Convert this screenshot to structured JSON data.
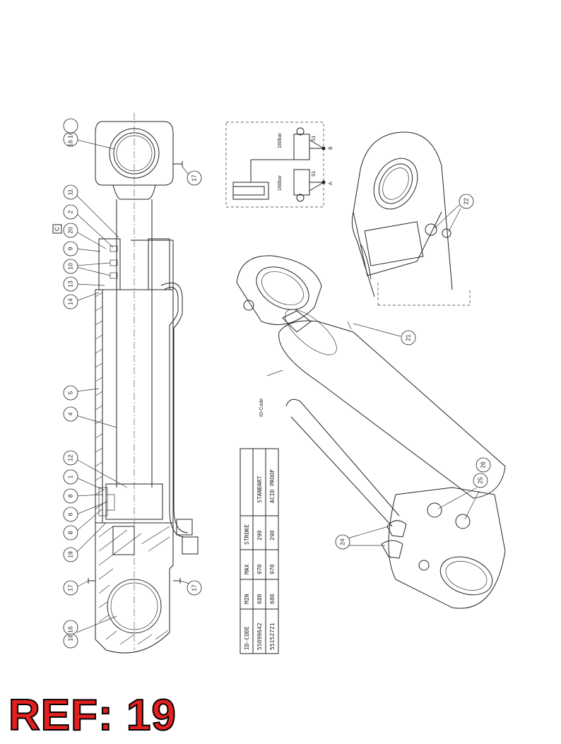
{
  "reference": {
    "label": "REF: 19"
  },
  "balloons": [
    "1",
    "2",
    "4",
    "5",
    "6",
    "8",
    "8",
    "9",
    "10",
    "11",
    "12",
    "13",
    "14",
    "16",
    "18",
    "16",
    "18",
    "17",
    "17",
    "17",
    "19",
    "20",
    "21",
    "22",
    "24",
    "25",
    "26"
  ],
  "balloon_labels": {
    "b1": "1",
    "b2": "2",
    "b4": "4",
    "b5": "5",
    "b6": "6",
    "b8a": "8",
    "b8b": "8",
    "b9": "9",
    "b10": "10",
    "b11": "11",
    "b12": "12",
    "b13": "13",
    "b14": "14",
    "b1618top": "16 18",
    "b1618bot": "18 16",
    "b17a": "17",
    "b17b": "17",
    "b17c": "17",
    "b19": "19",
    "b20": "20",
    "b21": "21",
    "b22": "22",
    "b24": "24",
    "b25": "25",
    "b26": "26"
  },
  "section_mark": "C",
  "iso_label": "ID-Code",
  "hydraulic": {
    "pressure_a": "160bar",
    "pressure_b": "160bar",
    "valve_a": "S1",
    "valve_b": "S1",
    "port_a": "A",
    "port_b": "B"
  },
  "table": {
    "headers": [
      "ID-CODE",
      "MIN",
      "MAX",
      "STROKE",
      ""
    ],
    "rows": [
      [
        "55099642",
        "680",
        "970",
        "290",
        "STANDART"
      ],
      [
        "55152721",
        "680",
        "970",
        "290",
        "ACID PROOF"
      ]
    ]
  }
}
